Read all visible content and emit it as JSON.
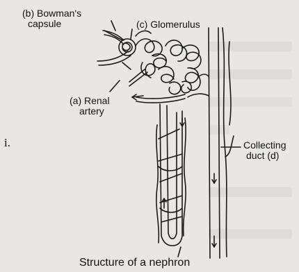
{
  "item_marker": "i.",
  "labels": {
    "bowmans_capsule": [
      "(b) Bowman's",
      "capsule"
    ],
    "glomerulus": "(c) Glomerulus",
    "renal_artery": [
      "(a) Renal",
      "artery"
    ],
    "collecting_duct": [
      "Collecting",
      "duct (d)"
    ]
  },
  "caption": "Structure of a nephron",
  "colors": {
    "background": "#e9e7e6",
    "ink": "#1a1a1a"
  }
}
